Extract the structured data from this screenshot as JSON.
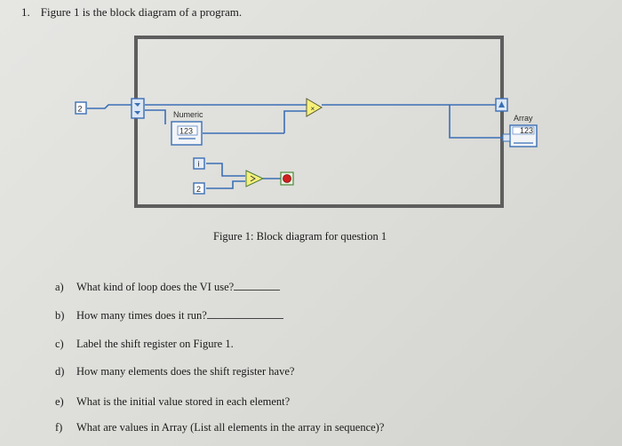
{
  "question": {
    "number": "1.",
    "title": "Figure 1 is the block diagram of a program."
  },
  "diagram": {
    "constant_left": "2",
    "numeric_label": "Numeric",
    "numeric_indicator": "123",
    "iteration_terminal": "i",
    "constant_inner": "2",
    "array_label": "Array",
    "array_indicator": "123",
    "wire_color": "#3a6fb5",
    "loop_border_color": "#5a5a5a"
  },
  "caption": "Figure 1: Block diagram for question 1",
  "sub_questions": [
    {
      "letter": "a)",
      "text": "What kind of loop does the VI use?"
    },
    {
      "letter": "b)",
      "text": "How many times does it run?"
    },
    {
      "letter": "c)",
      "text": "Label the shift register on Figure 1."
    },
    {
      "letter": "d)",
      "text": "How many elements does the shift register have?"
    },
    {
      "letter": "e)",
      "text": "What is the initial value stored in each element?"
    },
    {
      "letter": "f)",
      "text": "What are values in Array (List all elements in the array in sequence)?"
    }
  ]
}
